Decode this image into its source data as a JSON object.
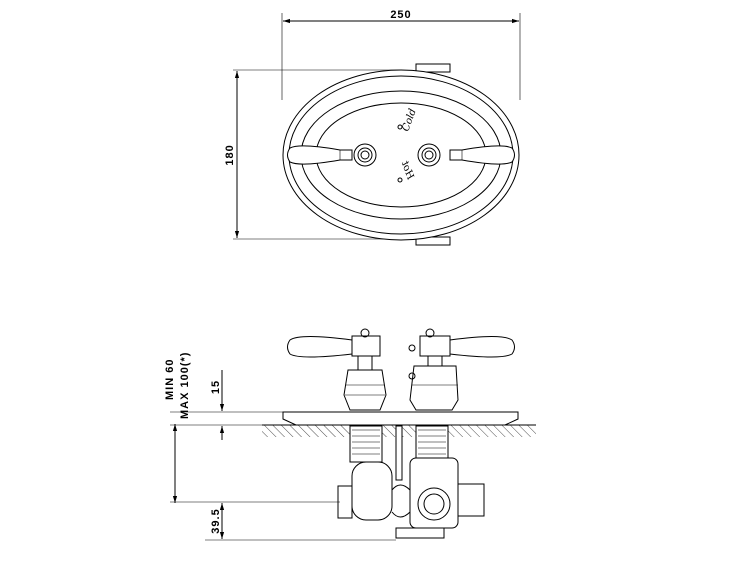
{
  "dimensions": {
    "width": "250",
    "height": "180",
    "protrusion": "15",
    "depth_label_min": "MIN 60",
    "depth_label_max": "MAX 100(*)",
    "offset": "39.5"
  },
  "engravings": {
    "cold": "Cold",
    "hot": "Hot"
  }
}
